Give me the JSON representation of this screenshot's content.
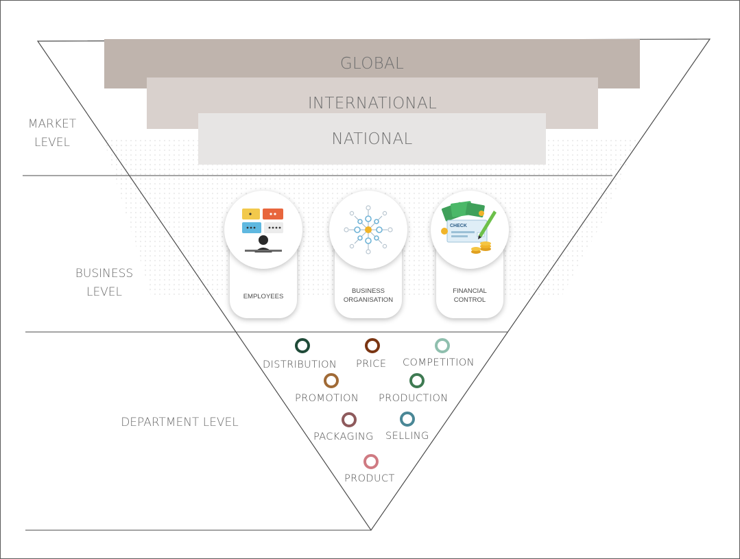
{
  "market_bands": [
    {
      "label": "GLOBAL",
      "color": "#bfb4ad"
    },
    {
      "label": "INTERNATIONAL",
      "color": "#d9d1cd"
    },
    {
      "label": "NATIONAL",
      "color": "#e7e5e4"
    }
  ],
  "levels": {
    "market": "MARKET LEVEL",
    "business": "BUSINESS LEVEL",
    "department": "DEPARTMENT LEVEL"
  },
  "business_cards": [
    {
      "label": "EMPLOYEES",
      "icon": "employees-chat-icon"
    },
    {
      "label": "BUSINESS ORGANISATION",
      "icon": "network-icon"
    },
    {
      "label": "FINANCIAL CONTROL",
      "icon": "check-money-icon"
    }
  ],
  "check_text": "CHECK",
  "departments": [
    {
      "label": "DISTRIBUTION",
      "color": "#1f4a38"
    },
    {
      "label": "PRICE",
      "color": "#7a3512"
    },
    {
      "label": "COMPETITION",
      "color": "#8fbfae"
    },
    {
      "label": "PROMOTION",
      "color": "#a06a36"
    },
    {
      "label": "PRODUCTION",
      "color": "#3e7a52"
    },
    {
      "label": "PACKAGING",
      "color": "#8e5a5c"
    },
    {
      "label": "SELLING",
      "color": "#4a8796"
    },
    {
      "label": "PRODUCT",
      "color": "#cf7a82"
    }
  ]
}
